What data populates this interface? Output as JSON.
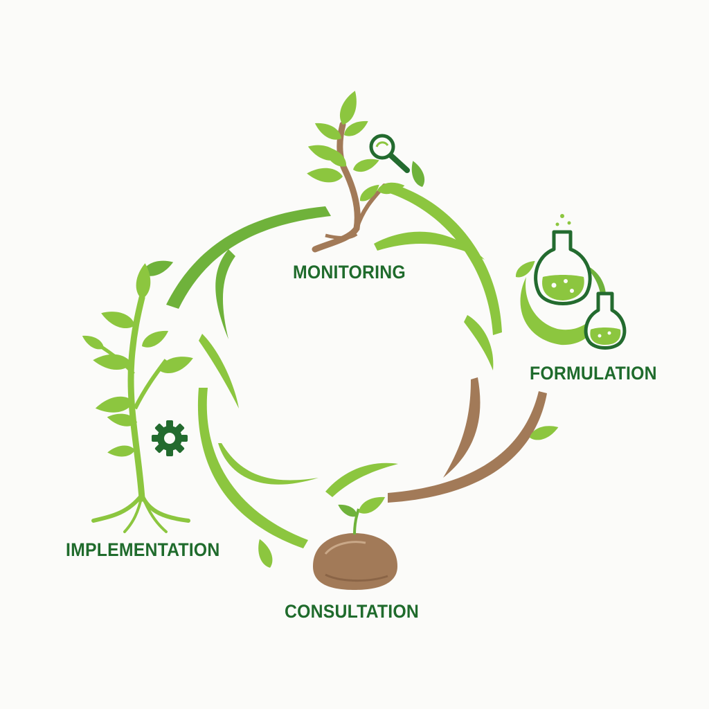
{
  "colors": {
    "background": "#fbfbf9",
    "leaf_light": "#8cc63f",
    "leaf_mid": "#6fb23b",
    "leaf_dark": "#4f9a2e",
    "label_green": "#1f6b2c",
    "icon_green": "#236b2f",
    "brown": "#a27a58",
    "brown_dark": "#8a6446"
  },
  "stages": {
    "monitoring": {
      "label": "MONITORING",
      "icon": "magnifying-glass-icon"
    },
    "formulation": {
      "label": "FORMULATION",
      "icon": "flask-icon"
    },
    "consultation": {
      "label": "CONSULTATION",
      "icon": "seed-sprout-icon"
    },
    "implementation": {
      "label": "IMPLEMENTATION",
      "icon": "gear-icon"
    }
  }
}
